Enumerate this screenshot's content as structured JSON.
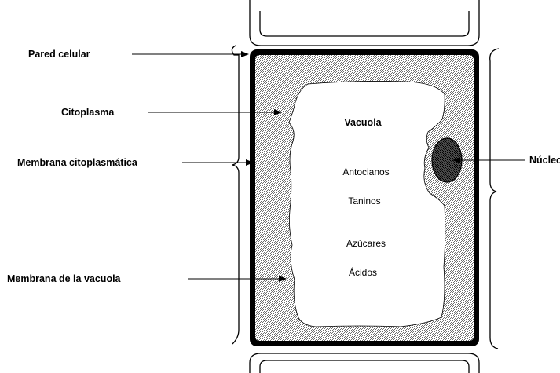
{
  "labels": {
    "pared_celular": "Pared celular",
    "citoplasma": "Citoplasma",
    "membrana_citoplasmatica": "Membrana citoplasmática",
    "membrana_vacuola": "Membrana de la vacuola",
    "nucleo": "Núcleo"
  },
  "vacuole": {
    "title": "Vacuola",
    "contents": [
      "Antocianos",
      "Taninos",
      "Azúcares",
      "Ácidos"
    ]
  },
  "colors": {
    "line": "#000000",
    "cytoplasm_pattern": "#9a9a9a",
    "vacuole": "#ffffff",
    "background": "#ffffff"
  }
}
